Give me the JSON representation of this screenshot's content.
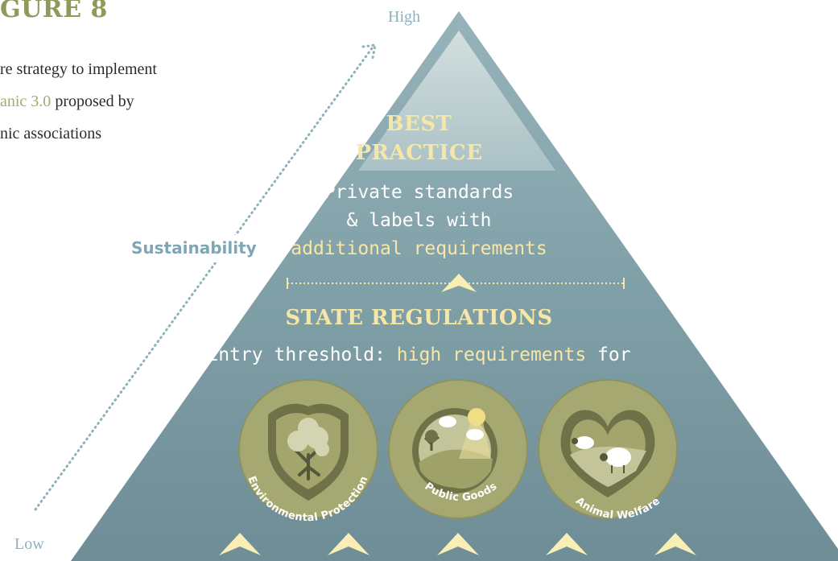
{
  "figure": {
    "title": "GURE 8",
    "caption_lines": [
      {
        "text": "re strategy to implement"
      },
      {
        "highlight": "anic 3.0",
        "rest": " proposed by"
      },
      {
        "text": "nic associations"
      }
    ]
  },
  "axis": {
    "high_label": "High",
    "low_label": "Low",
    "name": "Sustainability"
  },
  "pyramid": {
    "tier_top": {
      "title_line1": "BEST",
      "title_line2": "PRACTICE",
      "desc_line1": "Private standards",
      "desc_line2": "& labels with",
      "desc_line3": "additional requirements"
    },
    "tier_bottom": {
      "title": "STATE REGULATIONS",
      "entry_prefix": "Entry threshold: ",
      "entry_highlight": "high requirements",
      "entry_suffix": " for"
    },
    "badges": [
      {
        "label": "Environmental Protection",
        "icon": "shield-tree-icon"
      },
      {
        "label": "Public Goods",
        "icon": "landscape-sun-icon"
      },
      {
        "label": "Animal Welfare",
        "icon": "heart-sheep-icon"
      }
    ]
  },
  "colors": {
    "title_olive": "#8f9a5a",
    "pyramid_blue": "#86a2a9",
    "cream_text": "#f6e7a6",
    "badge_olive": "#a7a970"
  }
}
